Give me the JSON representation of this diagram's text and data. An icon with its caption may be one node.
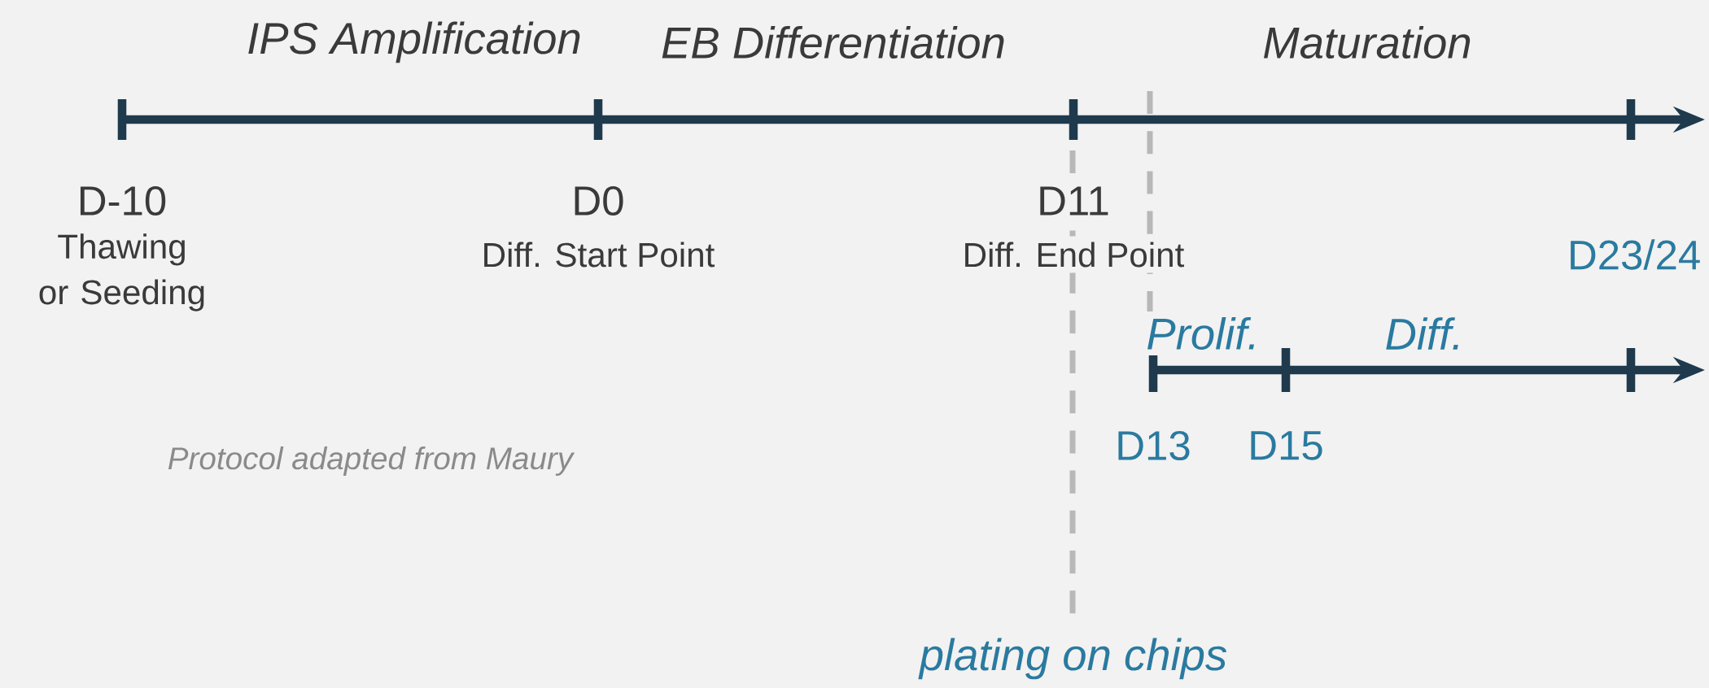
{
  "diagram": {
    "labels": [
      "IPS Amplification",
      "EB Differentiation",
      "Maturation",
      "D-10",
      "Thawing or Seeding",
      "D0",
      "Diff. Start Point",
      "D11",
      "Diff. End Point",
      "D23/24",
      "Prolif.",
      "Diff.",
      "D13",
      "D15",
      "Protocol adapted from Maury",
      "plating on chips"
    ]
  }
}
